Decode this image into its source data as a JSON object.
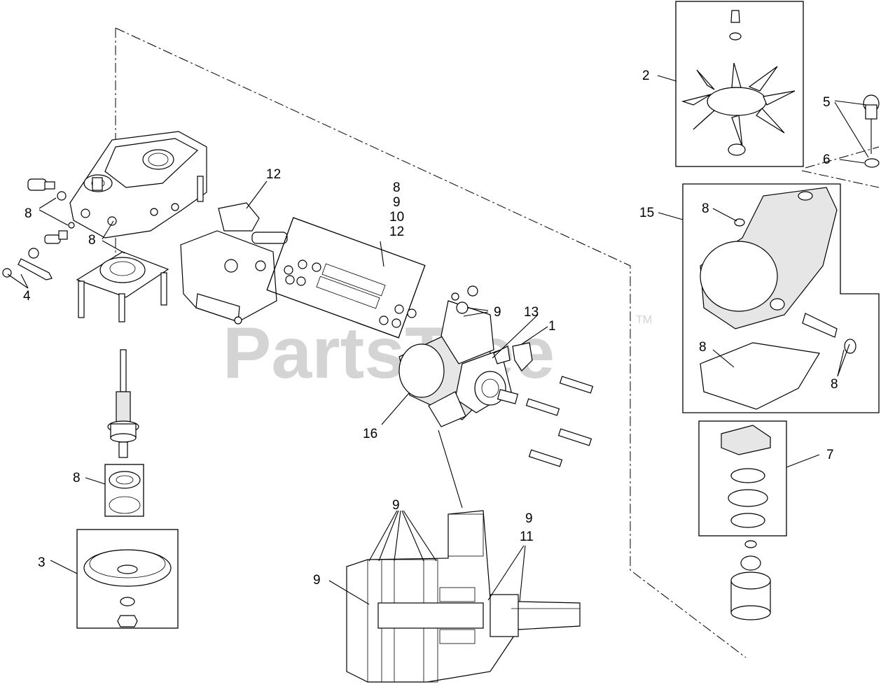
{
  "watermark": {
    "text": "PartsTree",
    "tm": "TM"
  },
  "callouts": {
    "c1": "1",
    "c2": "2",
    "c3": "3",
    "c4": "4",
    "c5": "5",
    "c6": "6",
    "c7": "7",
    "c8a": "8",
    "c8b": "8",
    "c8c": "8",
    "c8d": "8",
    "c8e": "8",
    "c8f": "8",
    "c8g": "8",
    "c9a": "9",
    "c9b": "9",
    "c9c": "9",
    "c9d": "9",
    "c9e": "9",
    "c10": "10",
    "c11": "11",
    "c12a": "12",
    "c12b": "12",
    "c13": "13",
    "c15": "15",
    "c16": "16"
  }
}
